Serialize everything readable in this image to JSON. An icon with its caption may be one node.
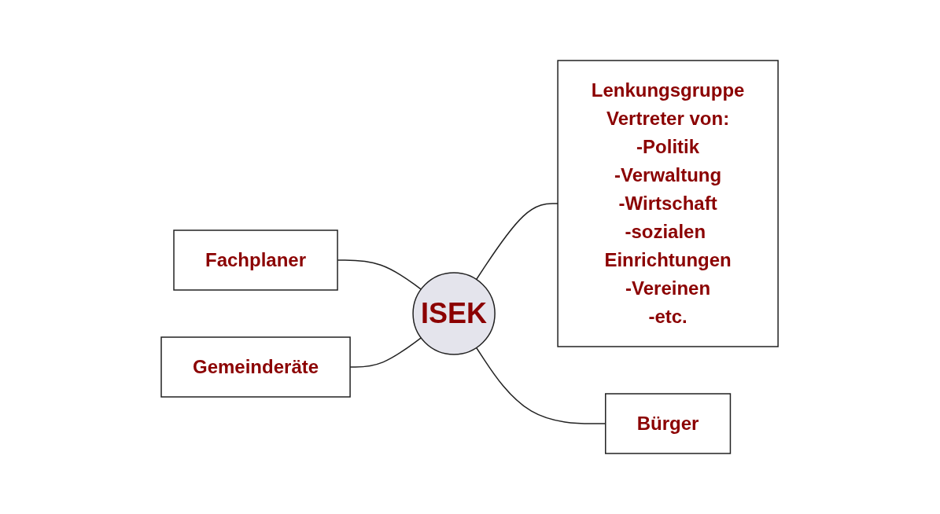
{
  "diagram": {
    "nodes": [
      {
        "text": [
          "Fachplaner"
        ]
      },
      {
        "text": [
          "Gemeinderäte"
        ]
      },
      {
        "text": [
          "ISEK"
        ]
      },
      {
        "text": [
          "Lenkungsgruppe",
          "Vertreter von:",
          "-Politik",
          "-Verwaltung",
          "-Wirtschaft",
          "-sozialen Einrichtungen",
          "-Vereinen",
          "-etc."
        ]
      },
      {
        "text": [
          "Bürger"
        ]
      }
    ],
    "edges": [
      {
        "from": 0,
        "to": 2,
        "arrow": "none"
      },
      {
        "from": 1,
        "to": 2,
        "arrow": "none"
      },
      {
        "from": 2,
        "to": 3,
        "arrow": "none"
      },
      {
        "from": 2,
        "to": 4,
        "arrow": "none"
      }
    ]
  }
}
